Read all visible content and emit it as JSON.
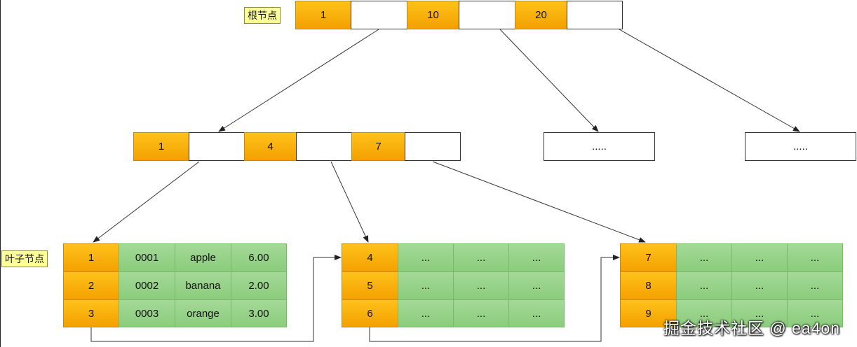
{
  "labels": {
    "root": "根节点",
    "leaf": "叶子节点"
  },
  "root_keys": [
    "1",
    "10",
    "20"
  ],
  "internal_keys": [
    "1",
    "4",
    "7"
  ],
  "placeholder": ".....",
  "leaf_groups": [
    {
      "rows": [
        {
          "key": "1",
          "cells": [
            "0001",
            "apple",
            "6.00"
          ]
        },
        {
          "key": "2",
          "cells": [
            "0002",
            "banana",
            "2.00"
          ]
        },
        {
          "key": "3",
          "cells": [
            "0003",
            "orange",
            "3.00"
          ]
        }
      ]
    },
    {
      "rows": [
        {
          "key": "4",
          "cells": [
            "...",
            "...",
            "..."
          ]
        },
        {
          "key": "5",
          "cells": [
            "...",
            "...",
            "..."
          ]
        },
        {
          "key": "6",
          "cells": [
            "...",
            "...",
            "..."
          ]
        }
      ]
    },
    {
      "rows": [
        {
          "key": "7",
          "cells": [
            "...",
            "...",
            "..."
          ]
        },
        {
          "key": "8",
          "cells": [
            "...",
            "...",
            "..."
          ]
        },
        {
          "key": "9",
          "cells": [
            "...",
            "...",
            "..."
          ]
        }
      ]
    }
  ],
  "watermark": "掘金技术社区 @ ea4on"
}
